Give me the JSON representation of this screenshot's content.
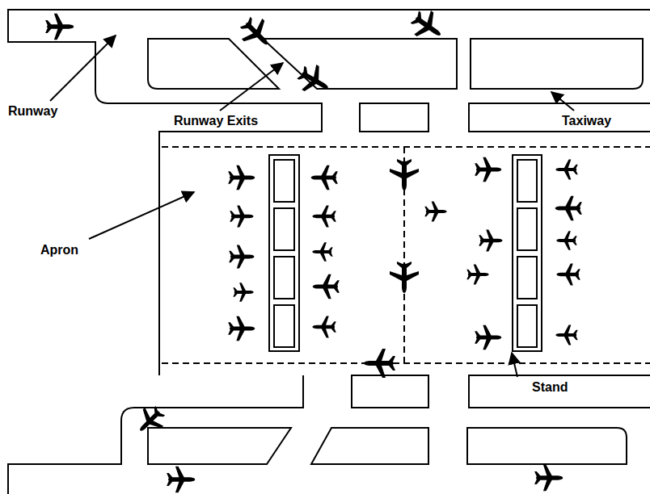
{
  "diagram": {
    "labels": [
      "Runway",
      "Runway Exits",
      "Taxiway",
      "Apron",
      "Stand"
    ]
  }
}
